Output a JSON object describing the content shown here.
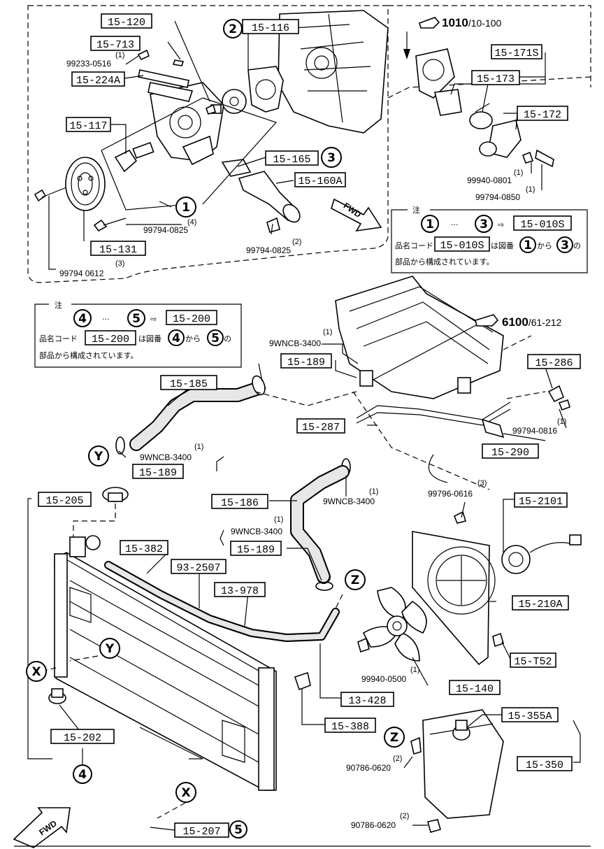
{
  "ref_top": {
    "main": "1010",
    "sub": "/10-100"
  },
  "ref_mid": {
    "main": "6100",
    "sub": "/61-212"
  },
  "note1": {
    "header": "注",
    "range_from": "1",
    "dots": "···",
    "range_to": "3",
    "arrow": "⇨",
    "target": "15-010S",
    "line2_pre": "品名コード",
    "line2_code": "15-010S",
    "line2_mid": "は図番",
    "line2_from": "1",
    "line2_kara": "から",
    "line2_to": "3",
    "line2_no": "の",
    "line3": "部品から構成されています。"
  },
  "note2": {
    "header": "注",
    "range_from": "4",
    "dots": "···",
    "range_to": "5",
    "arrow": "⇨",
    "target": "15-200",
    "line2_pre": "品名コード",
    "line2_code": "15-200",
    "line2_mid": "は図番",
    "line2_from": "4",
    "line2_kara": "から",
    "line2_to": "5",
    "line2_no": "の",
    "line3": "部品から構成されています。"
  },
  "codes": {
    "c15_120": "15-120",
    "c15_713": "15-713",
    "c15_224a": "15-224A",
    "c15_117": "15-117",
    "c15_116": "15-116",
    "c15_165": "15-165",
    "c15_160a": "15-160A",
    "c15_131": "15-131",
    "c15_171s": "15-171S",
    "c15_173": "15-173",
    "c15_172": "15-172",
    "c15_189a": "15-189",
    "c15_189b": "15-189",
    "c15_189c": "15-189",
    "c15_185": "15-185",
    "c15_286": "15-286",
    "c15_287": "15-287",
    "c15_290": "15-290",
    "c15_205": "15-205",
    "c15_186": "15-186",
    "c15_2101": "15-2101",
    "c15_382": "15-382",
    "c93_2507": "93-2507",
    "c13_978": "13-978",
    "c15_210a": "15-210A",
    "c15_t52": "15-T52",
    "c15_140": "15-140",
    "c13_428": "13-428",
    "c15_388": "15-388",
    "c15_355a": "15-355A",
    "c15_350": "15-350",
    "c15_202": "15-202",
    "c15_207": "15-207"
  },
  "part_numbers": {
    "p99233": "99233-0516",
    "p99794_0825a": "99794-0825",
    "p99794_0825b": "99794-0825",
    "p99794_0612": "99794 0612",
    "p99940_0801": "99940-0801",
    "p99794_0850": "99794-0850",
    "p9wncb_a": "9WNCB-3400",
    "p9wncb_b": "9WNCB-3400",
    "p9wncb_c": "9WNCB-3400",
    "p9wncb_d": "9WNCB-3400",
    "p99794_0816": "99794-0816",
    "p99796_0616": "99796-0616",
    "p99940_0500": "99940-0500",
    "p90786_0620a": "90786-0620",
    "p90786_0620b": "90786-0620"
  },
  "quantities": {
    "q_99233": "(1)",
    "q_0825a": "(4)",
    "q_0825b": "(2)",
    "q_0612": "(3)",
    "q_0801": "(1)",
    "q_0850": "(1)",
    "q_wncb_a": "(1)",
    "q_wncb_b": "(1)",
    "q_wncb_c": "(1)",
    "q_wncb_d": "(1)",
    "q_0816": "(1)",
    "q_0616": "(3)",
    "q_0500": "(1)",
    "q_0620a": "(2)",
    "q_0620b": "(2)"
  },
  "circled": {
    "n1": "1",
    "n2": "2",
    "n3": "3",
    "n3b": "3",
    "n4": "4",
    "n4b": "4",
    "n5": "5",
    "n5b": "5",
    "x1": "X",
    "x2": "X",
    "y1": "Y",
    "y2": "Y",
    "z1": "Z",
    "z2": "Z"
  },
  "fwd": {
    "top": "FWD",
    "bottom": "FWD"
  }
}
